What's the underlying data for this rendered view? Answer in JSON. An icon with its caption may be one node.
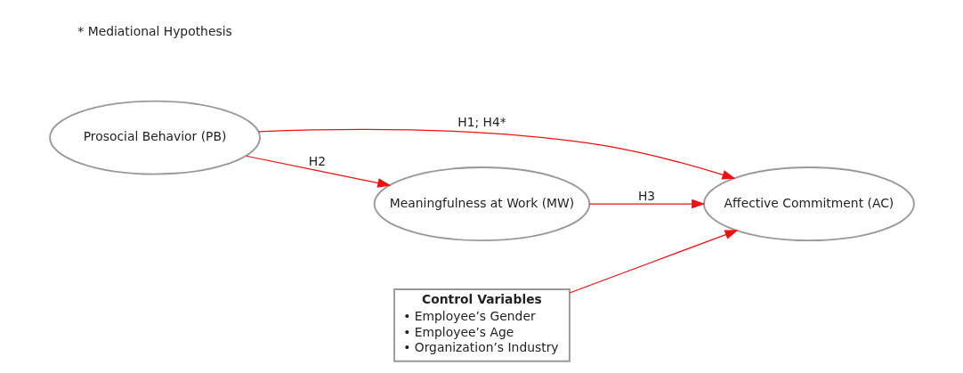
{
  "diagram": {
    "nodes": [
      {
        "text": [
          "Prosocial Behavior (PB)"
        ]
      },
      {
        "text": [
          "Affective Commitment (AC)"
        ]
      },
      {
        "text": [
          "Meaningfulness at Work (MW)"
        ]
      },
      {
        "text": [
          "Control Variables",
          "• Employee’s Gender",
          "• Employee’s Age",
          "• Organization’s Industry"
        ]
      }
    ],
    "edges": [
      {
        "from": 0,
        "to": 1,
        "arrow": "to",
        "label": "H1; H4*"
      },
      {
        "from": 0,
        "to": 2,
        "arrow": "to",
        "label": "H2"
      },
      {
        "from": 2,
        "to": 1,
        "arrow": "to",
        "label": "H3"
      },
      {
        "from": 3,
        "to": 1,
        "arrow": "to"
      }
    ],
    "labels": [
      "* Mediational Hypothesis"
    ]
  }
}
